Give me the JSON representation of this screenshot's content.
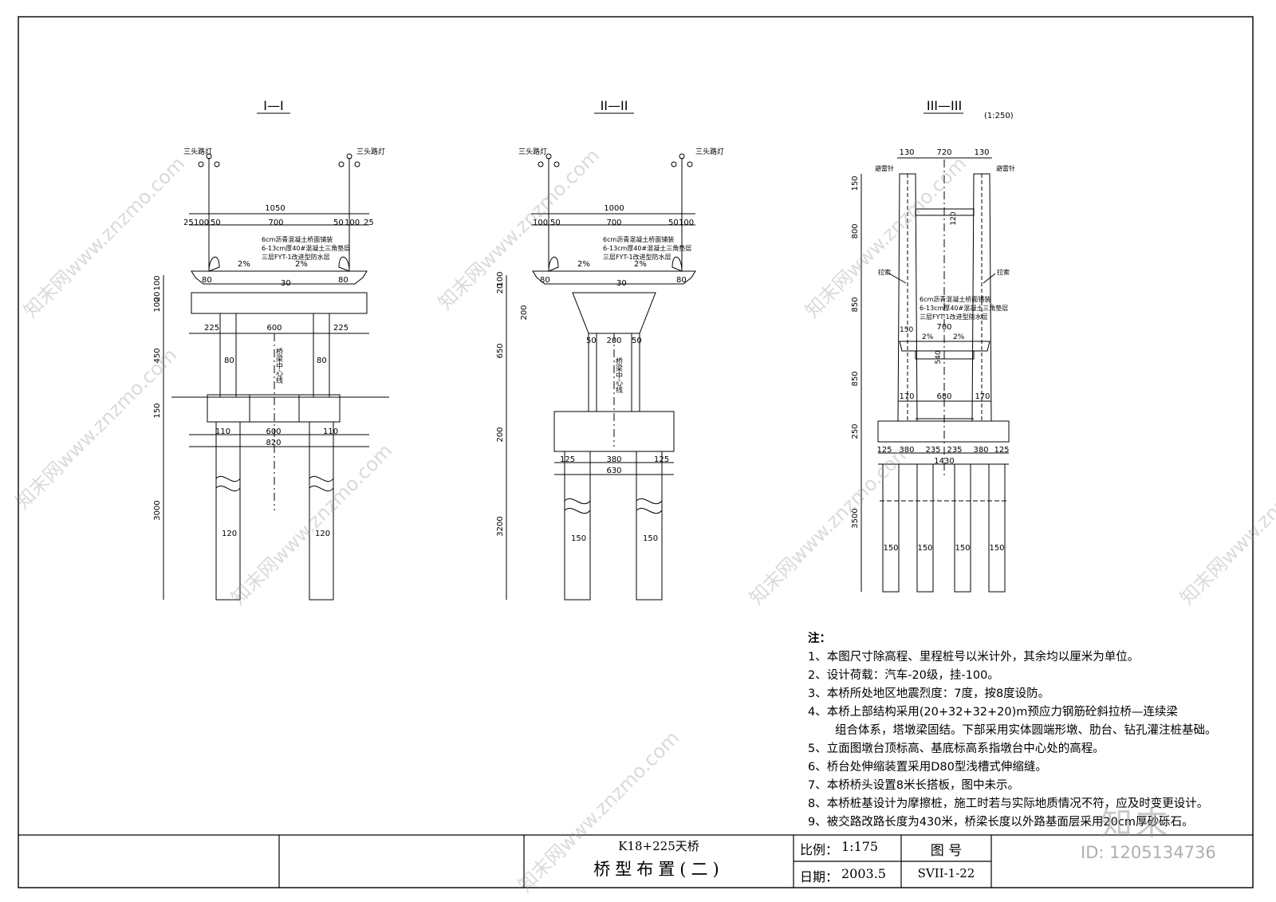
{
  "sections": {
    "s1": {
      "title": "I—I",
      "lamp_left": "三头路灯",
      "lamp_right": "三头路灯",
      "dims": [
        "1050",
        "25",
        "100",
        "50",
        "700",
        "50",
        "100",
        "25",
        "80",
        "30",
        "80",
        "2%",
        "2%",
        "20",
        "100",
        "100",
        "225",
        "600",
        "225",
        "450",
        "80",
        "80",
        "150",
        "110",
        "600",
        "110",
        "820",
        "3000",
        "120",
        "120"
      ],
      "pavement": [
        "6cm沥青混凝土桥面铺装",
        "6-13cm厚40#混凝土三角垫层",
        "三层FYT-1改进型防水层"
      ],
      "center_label": "桥梁中心线"
    },
    "s2": {
      "title": "II—II",
      "lamp_left": "三头路灯",
      "lamp_right": "三头路灯",
      "dims": [
        "1000",
        "100",
        "50",
        "700",
        "50",
        "100",
        "80",
        "30",
        "80",
        "2%",
        "2%",
        "20",
        "100",
        "200",
        "650",
        "50",
        "200",
        "50",
        "200",
        "125",
        "380",
        "125",
        "630",
        "3200",
        "150",
        "150"
      ],
      "pavement": [
        "6cm沥青混凝土桥面铺装",
        "6-13cm厚40#混凝土三角垫层",
        "三层FYT-1改进型防水层"
      ],
      "center_label": "桥梁中心线"
    },
    "s3": {
      "title": "III—III",
      "scale": "(1:250)",
      "lightning_left": "避雷针",
      "lightning_right": "避雷针",
      "cable_left": "拉索",
      "cable_right": "拉索",
      "dims": [
        "130",
        "720",
        "130",
        "150",
        "800",
        "120",
        "850",
        "850",
        "250",
        "3500",
        "150",
        "700",
        "2%",
        "2%",
        "540",
        "170",
        "680",
        "170",
        "125",
        "380",
        "235",
        "235",
        "380",
        "125",
        "1430",
        "150",
        "150",
        "150",
        "150"
      ],
      "pavement": [
        "6cm沥青混凝土桥面铺装",
        "6-13cm厚40#混凝土三角垫层",
        "三层FYT-1改进型防水层"
      ]
    }
  },
  "notes": {
    "title": "注：",
    "items": [
      "1、本图尺寸除高程、里程桩号以米计外，其余均以厘米为单位。",
      "2、设计荷载：汽车-20级，挂-100。",
      "3、本桥所处地区地震烈度：7度，按8度设防。",
      "4、本桥上部结构采用(20+32+32+20)m预应力钢筋砼斜拉桥—连续梁",
      "组合体系，塔墩梁固结。下部采用实体圆端形墩、肋台、钻孔灌注桩基础。",
      "5、立面图墩台顶标高、基底标高系指墩台中心处的高程。",
      "6、桥台处伸缩装置采用D80型浅槽式伸缩缝。",
      "7、本桥桥头设置8米长搭板，图中未示。",
      "8、本桥桩基设计为摩擦桩，施工时若与实际地质情况不符，应及时变更设计。",
      "9、被交路改路长度为430米，桥梁长度以外路基面层采用20cm厚砂砾石。"
    ]
  },
  "title_block": {
    "project": "K18+225天桥",
    "drawing_name": "桥型布置(二)",
    "scale_label": "比例：",
    "scale_value": "1:175",
    "date_label": "日期：",
    "date_value": "2003.5",
    "number_label": "图 号",
    "number_value": "SVII-1-22"
  },
  "watermark": {
    "text": "知末网www.znzmo.com",
    "logo": "知末",
    "id": "ID: 1205134736"
  }
}
